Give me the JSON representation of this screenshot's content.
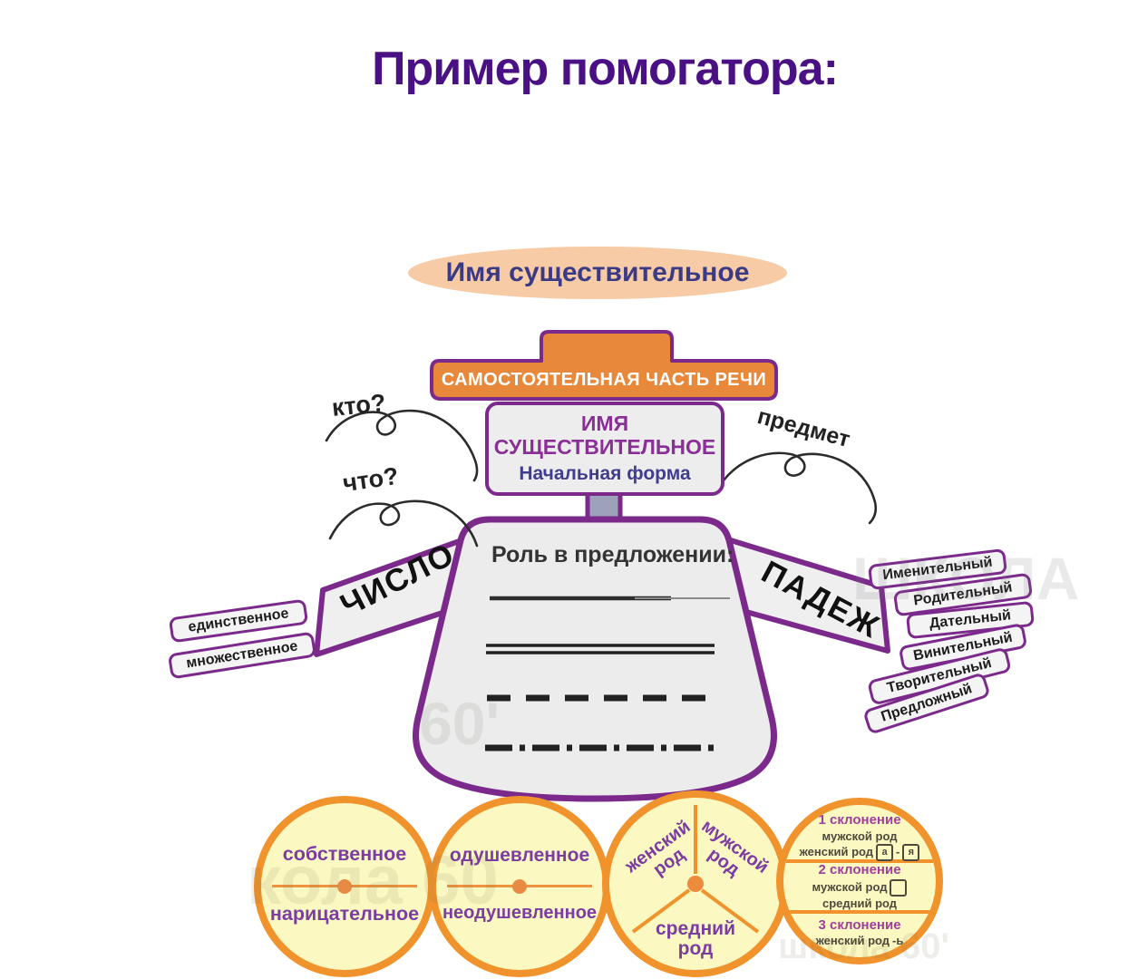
{
  "page": {
    "title": "Пример помогатора:"
  },
  "badge": {
    "label": "Имя существительное"
  },
  "top_box": {
    "banner": "САМОСТОЯТЕЛЬНАЯ ЧАСТЬ РЕЧИ",
    "noun_line1": "ИМЯ",
    "noun_line2": "СУЩЕСТВИТЕЛЬНОЕ",
    "subtitle": "Начальная форма"
  },
  "annotations": {
    "who": "кто?",
    "what": "что?",
    "object": "предмет"
  },
  "role_panel": {
    "title": "Роль в предложении:",
    "lines": [
      "solid",
      "double",
      "dashed",
      "dash-dot"
    ]
  },
  "number_branch": {
    "label": "ЧИСЛО",
    "items": [
      "единственное",
      "множественное"
    ]
  },
  "case_branch": {
    "label": "ПАДЕЖ",
    "items": [
      "Именительный",
      "Родительный",
      "Дательный",
      "Винительный",
      "Творительный",
      "Предложный"
    ]
  },
  "circles": {
    "proper_common": {
      "top": "собственное",
      "bottom": "нарицательное"
    },
    "animacy": {
      "top": "одушевленное",
      "bottom": "неодушевленное"
    },
    "gender": {
      "left": "женский род",
      "right": "мужской род",
      "bottom": "средний род"
    },
    "declension": {
      "sections": [
        {
          "title": "1 склонение",
          "rows": [
            "мужской род",
            "женский род"
          ],
          "ending_a": "а",
          "ending_b": "я",
          "sep": "-"
        },
        {
          "title": "2 склонение",
          "rows": [
            "мужской род",
            "средний род"
          ]
        },
        {
          "title": "3 склонение",
          "rows": [
            "женский род"
          ],
          "suffix": "-ь"
        }
      ]
    }
  },
  "watermarks": {
    "w1": "ШКОЛА",
    "w2": "60'",
    "w3": "кола 60",
    "w4": "школа 60'"
  },
  "colors": {
    "deep_purple": "#4A1184",
    "accent_purple": "#7B2A8C",
    "orange": "#E8883B",
    "circle_border": "#F0932C",
    "circle_fill": "#FBF9C1",
    "badge_bg": "#F6CBA6",
    "stem_gray": "#9DA2BA"
  }
}
